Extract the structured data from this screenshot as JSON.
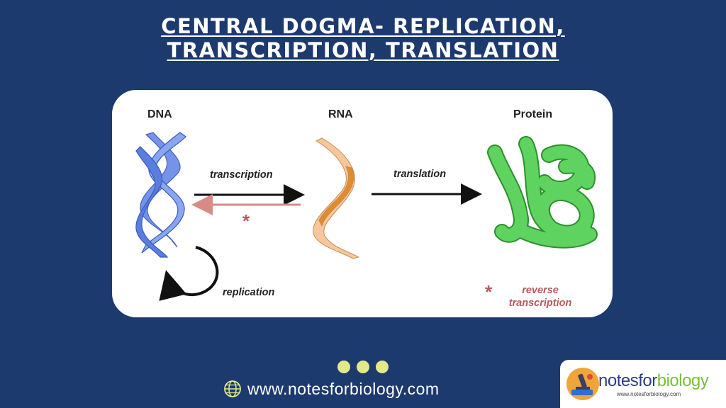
{
  "title": {
    "line1": "CENTRAL DOGMA- REPLICATION,",
    "line2": "TRANSCRIPTION, TRANSLATION"
  },
  "diagram": {
    "dna_label": "DNA",
    "rna_label": "RNA",
    "protein_label": "Protein",
    "transcription_label": "transcription",
    "translation_label": "translation",
    "replication_label": "replication",
    "asterisk": "*",
    "reverse_line1": "reverse",
    "reverse_line2": "transcription",
    "colors": {
      "dna": "#6d8ee8",
      "rna_light": "#f6c79a",
      "rna_dark": "#e08b2e",
      "protein": "#5fd35f",
      "reverse_arrow": "#d78b86"
    }
  },
  "footer": {
    "website": "www.notesforbiology.com",
    "globe_icon": "globe-icon",
    "logo_text_part1": "notesfor",
    "logo_text_part2": "biology",
    "logo_url": "www.notesforbiology.com"
  }
}
